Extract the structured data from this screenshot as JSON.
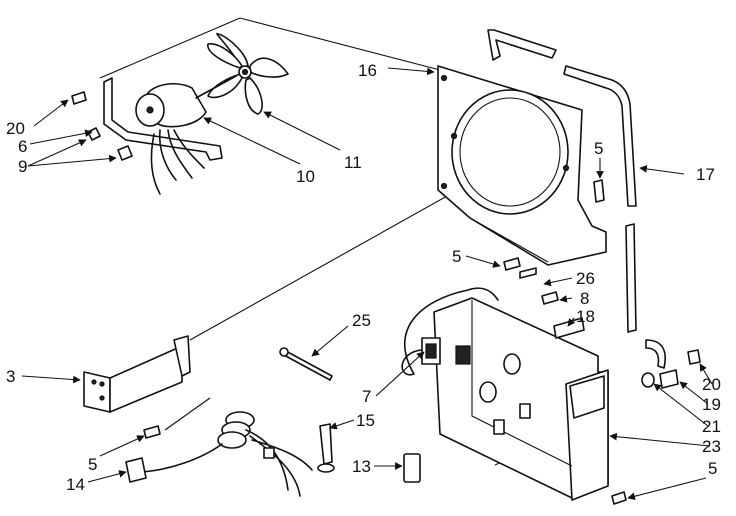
{
  "callouts": {
    "c3": "3",
    "c5a": "5",
    "c5b": "5",
    "c5c": "5",
    "c5d": "5",
    "c6": "6",
    "c7": "7",
    "c8": "8",
    "c9": "9",
    "c10": "10",
    "c11": "11",
    "c13": "13",
    "c14": "14",
    "c15": "15",
    "c16": "16",
    "c17": "17",
    "c18": "18",
    "c19": "19",
    "c20a": "20",
    "c20b": "20",
    "c21": "21",
    "c23": "23",
    "c25": "25",
    "c26": "26"
  }
}
